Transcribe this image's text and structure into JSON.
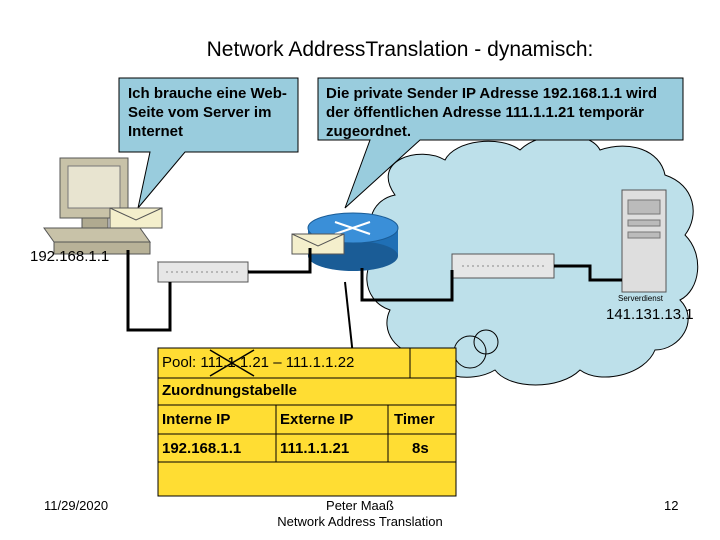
{
  "slide": {
    "title": "Network AddressTranslation - dynamisch:",
    "callout_left": "Ich brauche eine Web-Seite vom Server im Internet",
    "callout_right": "Die private Sender IP Adresse 192.168.1.1 wird der öffentlichen Adresse 111.1.1.21 temporär zugeordnet.",
    "ip_left": "192.168.1.1",
    "ip_right": "141.131.13.1",
    "server_label": "Serverdienst",
    "pool": "Pool: 111.1.1.21 – 111.1.1.22",
    "table_title": "Zuordnungstabelle",
    "table_headers": [
      "Interne IP",
      "Externe IP",
      "Timer"
    ],
    "table_row": [
      "192.168.1.1",
      "111.1.1.21",
      "8s"
    ],
    "footer_date": "11/29/2020",
    "footer_author": "Peter Maaß",
    "footer_topic": "Network Address Translation",
    "footer_page": "12"
  },
  "colors": {
    "callout_fill": "#99ccdd",
    "cloud_fill": "#bde0ea",
    "table_fill": "#ffdd33",
    "router_blue": "#1f6fb5"
  }
}
